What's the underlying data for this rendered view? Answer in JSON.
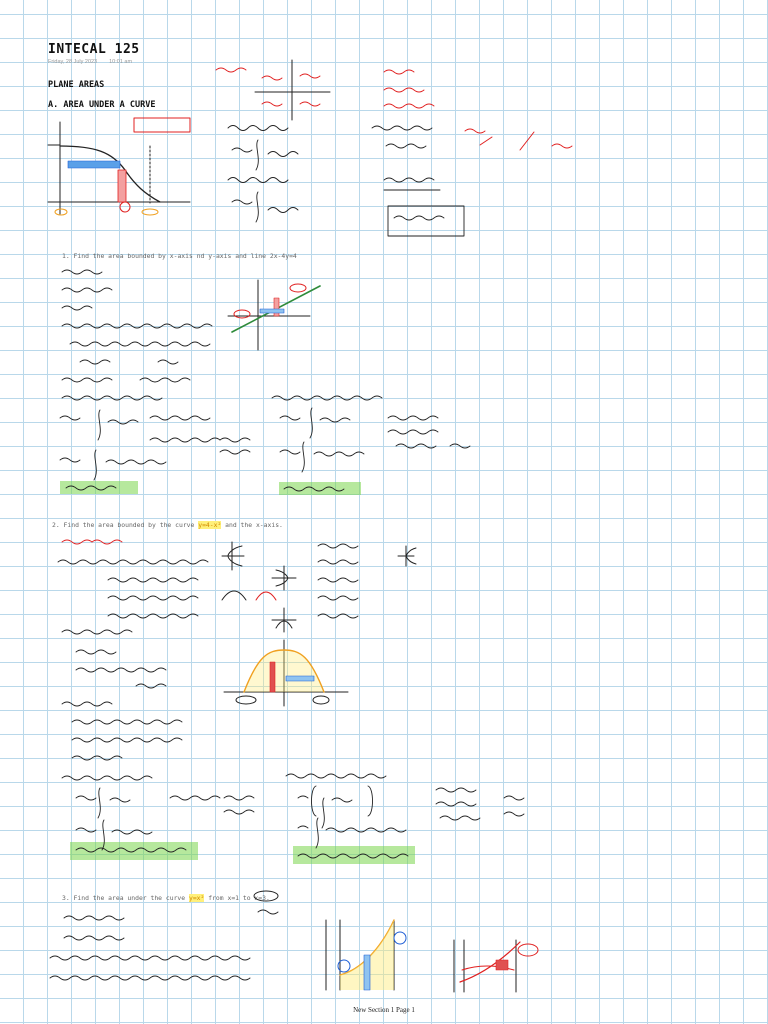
{
  "page": {
    "title": "INTECAL 125",
    "date": "Friday, 28 July 2023",
    "time": "10:01 am",
    "footer": "New Section 1 Page 1"
  },
  "sections": {
    "plane_areas": "PLANE AREAS",
    "area_under_curve": "A. AREA UNDER A CURVE"
  },
  "questions": {
    "q1": {
      "prefix": "1. Find the area bounded by",
      "x_axis": "x-axis",
      "mid": "nd",
      "y_axis": "y-axis",
      "suffix": "and line 2x-4y=4"
    },
    "q2": {
      "prefix": "2. Find the area bounded by the curve",
      "curve": "y=4-x²",
      "suffix": "and the x-axis."
    },
    "q3": {
      "prefix": "3. Find the area under the curve",
      "curve": "y=x²",
      "mid": "from",
      "range": "x=1 to x=3."
    }
  },
  "colors": {
    "ink": "#222222",
    "red": "#e02020",
    "blue": "#1f5fd6",
    "orange": "#f0a020",
    "green_highlight": "#7ad64c",
    "yellow_highlight": "#fff07a",
    "grid": "#b9d8ea"
  }
}
